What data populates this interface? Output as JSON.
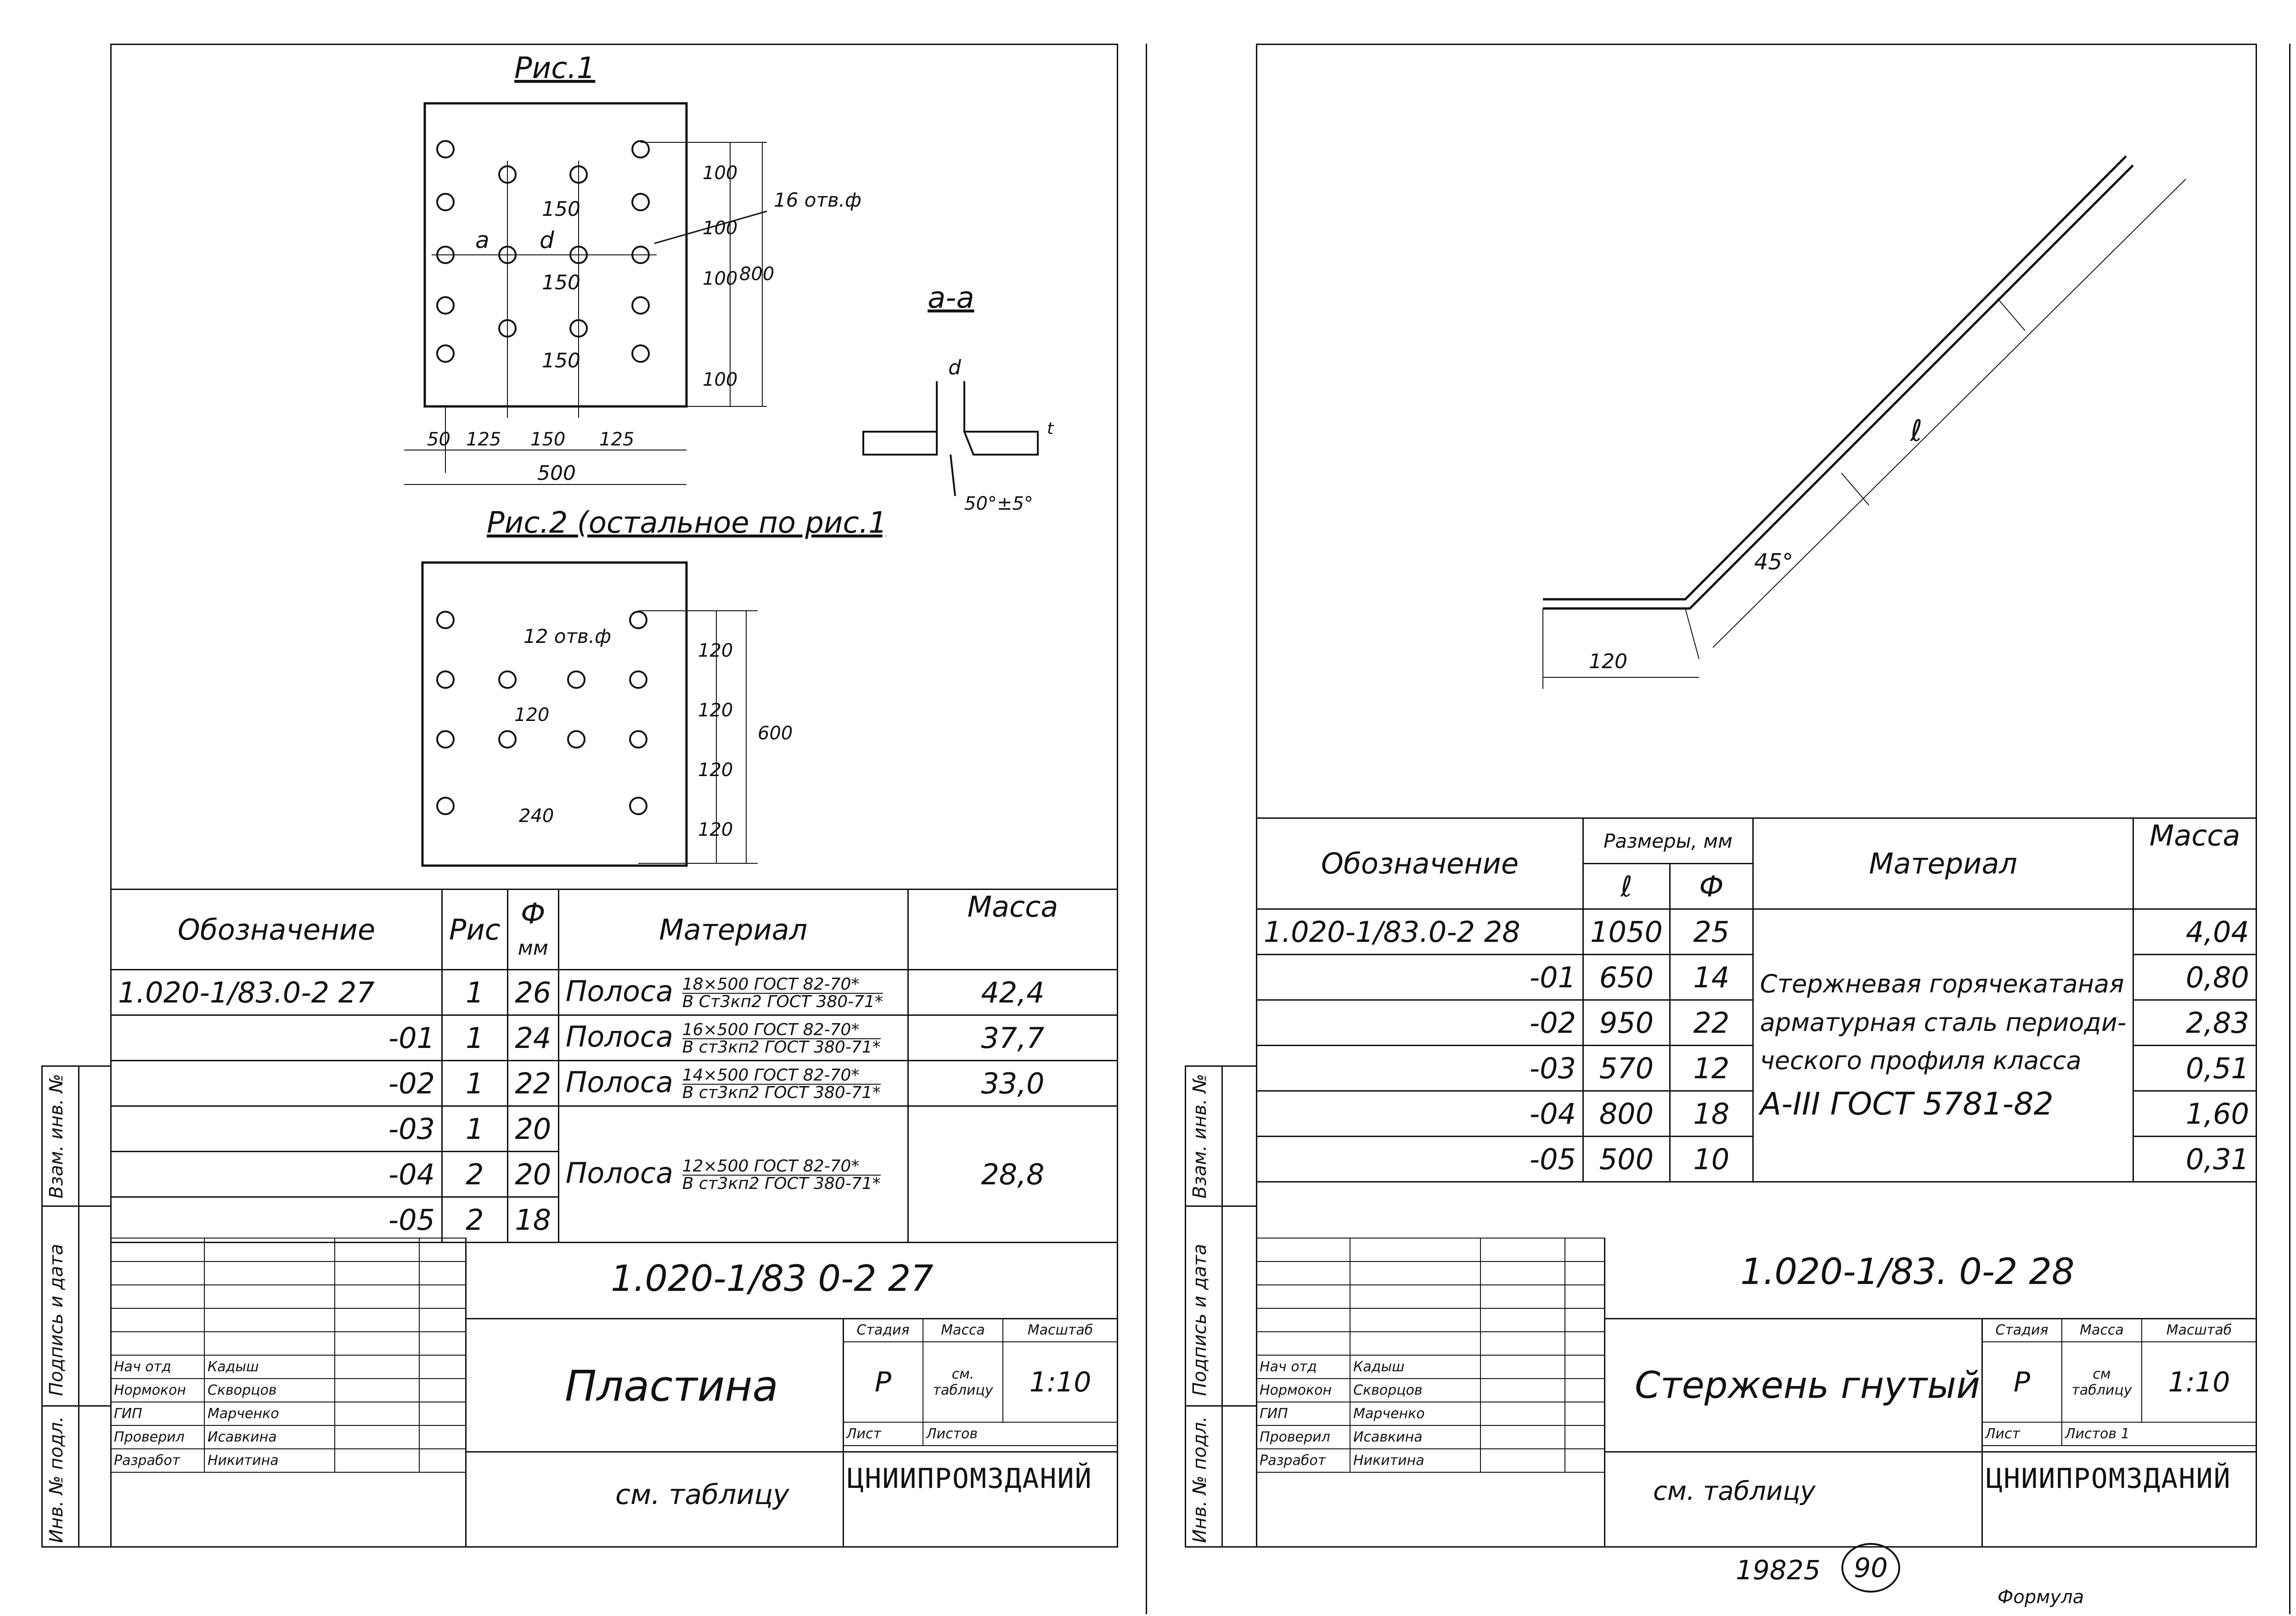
{
  "left": {
    "fig1_title": "Рис.1",
    "fig2_title": "Рис.2 (остальное по рис.1)",
    "section_label": "а-а",
    "holes16": "16 отв.ф",
    "holes12": "12 отв.ф",
    "dims1": {
      "d50": "50",
      "d125a": "125",
      "d150": "150",
      "d125b": "125",
      "d500": "500",
      "d100a": "100",
      "d100b": "100",
      "d100c": "100",
      "d100d": "100",
      "d800": "800",
      "v150a": "150",
      "v150b": "150",
      "v150c": "150",
      "a": "а",
      "d": "d"
    },
    "dims2": {
      "d120a": "120",
      "d120b": "120",
      "d120c": "120",
      "d120d": "120",
      "d600": "600",
      "v120": "120",
      "v240": "240"
    },
    "section": {
      "d": "d",
      "t": "t",
      "angle": "50°±5°"
    },
    "table_headers": {
      "designation": "Обозначение",
      "fig": "Рис",
      "phi": "Ф",
      "mm": "мм",
      "material": "Материал",
      "mass": "Масса"
    },
    "rows": [
      {
        "des": "1.020-1/83.0-2 27",
        "fig": "1",
        "phi": "26",
        "mat": "Полоса",
        "num": "18×500 ГОСТ 82-70*",
        "den": "В Ст3кп2 ГОСТ 380-71*",
        "mass": "42,4"
      },
      {
        "des": "-01",
        "fig": "1",
        "phi": "24",
        "mat": "Полоса",
        "num": "16×500 ГОСТ 82-70*",
        "den": "В ст3кп2 ГОСТ 380-71*",
        "mass": "37,7"
      },
      {
        "des": "-02",
        "fig": "1",
        "phi": "22",
        "mat": "Полоса",
        "num": "14×500 ГОСТ 82-70*",
        "den": "В ст3кп2 ГОСТ 380-71*",
        "mass": "33,0"
      },
      {
        "des": "-03",
        "fig": "1",
        "phi": "20"
      },
      {
        "des": "-04",
        "fig": "2",
        "phi": "20"
      },
      {
        "des": "-05",
        "fig": "2",
        "phi": "18"
      }
    ],
    "merged": {
      "mat": "Полоса",
      "num": "12×500 ГОСТ 82-70*",
      "den": "В ст3кп2 ГОСТ 380-71*",
      "mass": "28,8"
    },
    "stamp": {
      "code": "1.020-1/83 0-2 27",
      "title": "Пластина",
      "see": "см. таблицу",
      "stage_h": "Стадия",
      "mass_h": "Масса",
      "scale_h": "Масштаб",
      "stage": "Р",
      "mass": "см. таблицу",
      "scale": "1:10",
      "sheet_h": "Лист",
      "sheets_h": "Листов",
      "org": "ЦНИИПРОМЗДАНИЙ"
    }
  },
  "right": {
    "dim_l": "ℓ",
    "angle": "45°",
    "d120": "120",
    "table_headers": {
      "designation": "Обозначение",
      "sizes": "Размеры, мм",
      "l": "ℓ",
      "phi": "Ф",
      "material": "Материал",
      "mass": "Масса"
    },
    "rows": [
      {
        "des": "1.020-1/83.0-2 28",
        "l": "1050",
        "phi": "25",
        "mass": "4,04"
      },
      {
        "des": "-01",
        "l": "650",
        "phi": "14",
        "mass": "0,80"
      },
      {
        "des": "-02",
        "l": "950",
        "phi": "22",
        "mass": "2,83"
      },
      {
        "des": "-03",
        "l": "570",
        "phi": "12",
        "mass": "0,51"
      },
      {
        "des": "-04",
        "l": "800",
        "phi": "18",
        "mass": "1,60"
      },
      {
        "des": "-05",
        "l": "500",
        "phi": "10",
        "mass": "0,31"
      }
    ],
    "material_lines": [
      "Стержневая горячекатаная",
      "арматурная сталь периоди-",
      "ческого профиля класса",
      "А-III ГОСТ 5781-82"
    ],
    "stamp": {
      "code": "1.020-1/83. 0-2 28",
      "title": "Стержень гнутый",
      "see": "см. таблицу",
      "stage_h": "Стадия",
      "mass_h": "Масса",
      "scale_h": "Масштаб",
      "stage": "Р",
      "mass": "см таблицу",
      "scale": "1:10",
      "sheet_h": "Лист",
      "sheets_h": "Листов 1",
      "org": "ЦНИИПРОМЗДАНИЙ"
    }
  },
  "staff": [
    {
      "role": "Нач отд",
      "name": "Кадыш"
    },
    {
      "role": "Нормокон",
      "name": "Скворцов"
    },
    {
      "role": "ГИП",
      "name": "Марченко"
    },
    {
      "role": "Проверил",
      "name": "Исавкина"
    },
    {
      "role": "Разработ",
      "name": "Никитина"
    }
  ],
  "side_labels": {
    "inv_orig": "Инв. № подл.",
    "sign_date": "Подпись и дата",
    "inv_repl": "Взам. инв. №"
  },
  "footer": {
    "number": "19825",
    "circled": "90",
    "signature": "Формула"
  }
}
